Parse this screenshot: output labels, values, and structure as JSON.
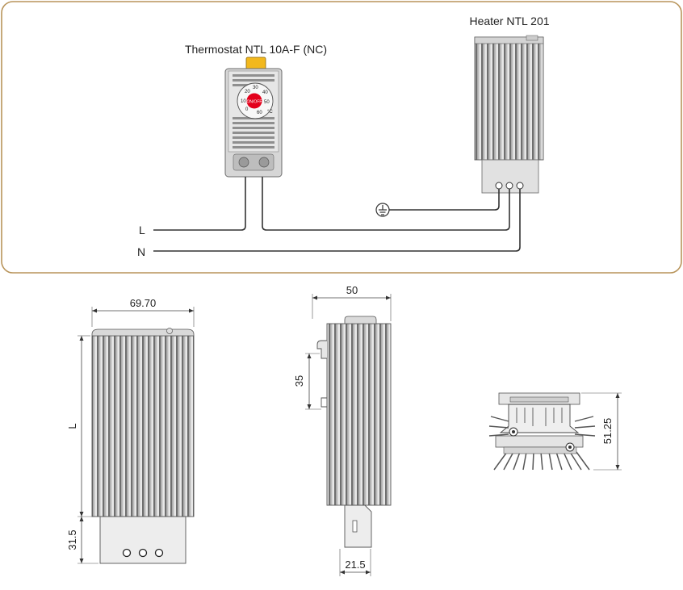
{
  "wiring": {
    "thermostat_label": "Thermostat NTL 10A-F (NC)",
    "heater_label": "Heater NTL 201",
    "line_l": "L",
    "line_n": "N",
    "dial_numbers": [
      "20",
      "30",
      "40",
      "10",
      "50",
      "0",
      "60"
    ],
    "dial_unit": "°C",
    "dial_center": "ON/OFF"
  },
  "drawings": {
    "front_width": "69.70",
    "front_length": "L",
    "front_terminal_height": "31.5",
    "side_depth": "50",
    "side_clip_spacing": "35",
    "side_bottom_width": "21.5",
    "end_height": "51.25"
  },
  "colors": {
    "frame": "#b8945a",
    "dial_red": "#e3001b",
    "tab_yellow": "#f2b81d"
  }
}
